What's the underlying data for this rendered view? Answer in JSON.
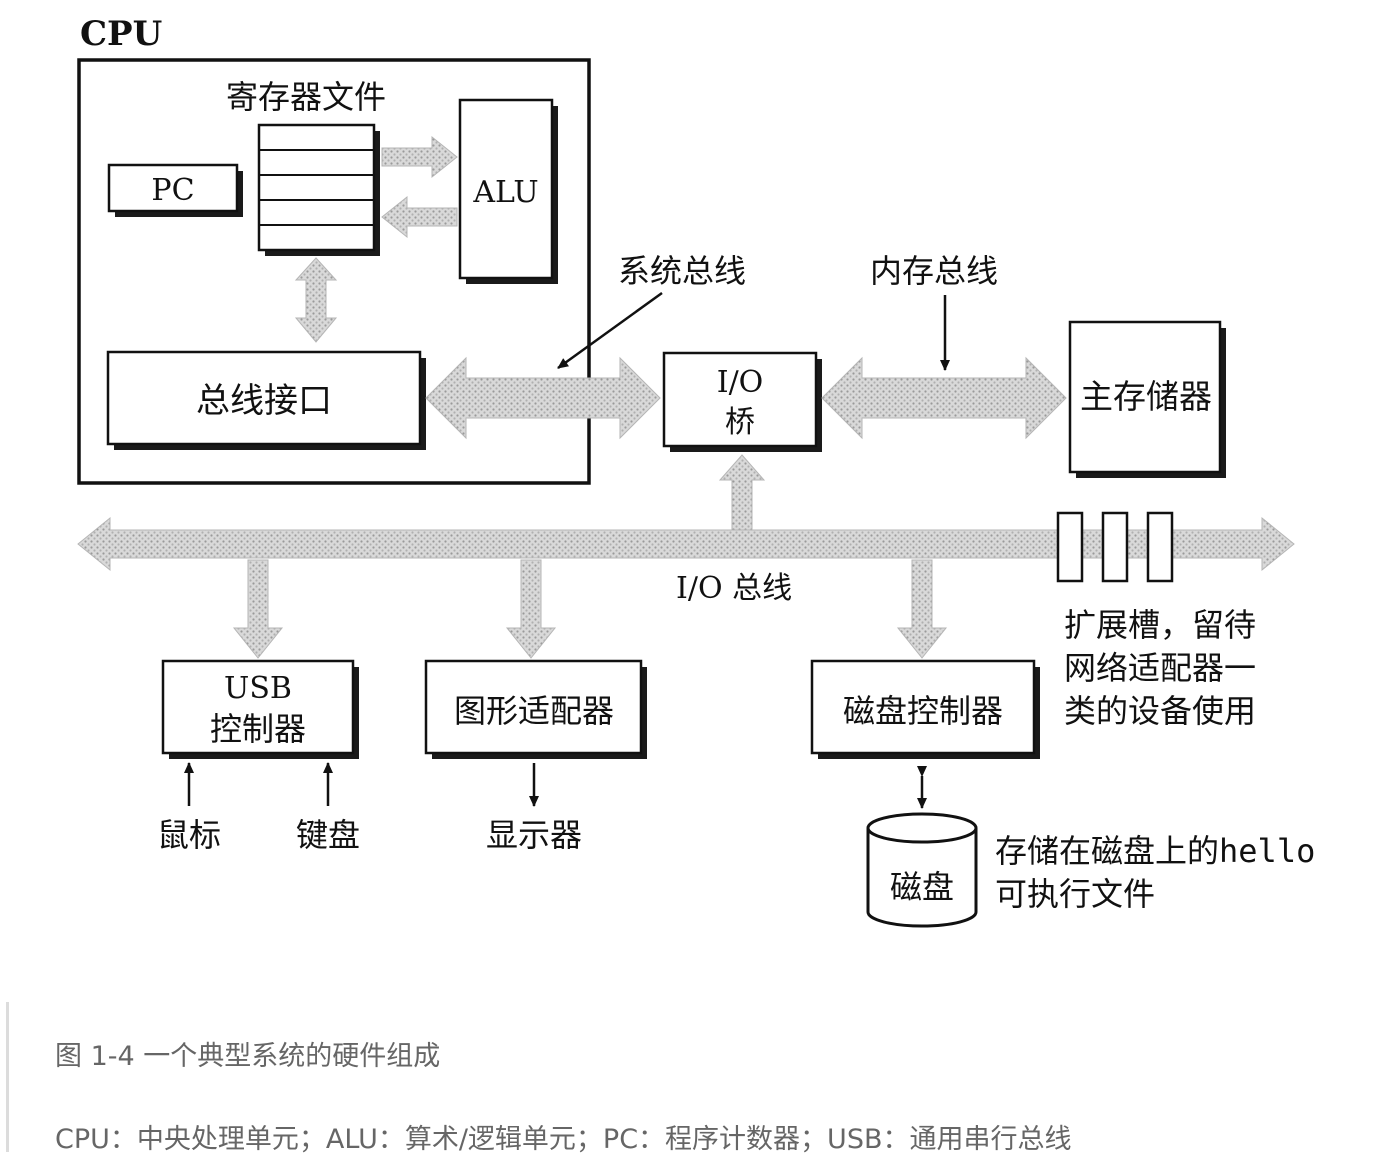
{
  "diagram": {
    "cpu_label": "CPU",
    "register_file_label": "寄存器文件",
    "pc_label": "PC",
    "alu_label": "ALU",
    "bus_interface_label": "总线接口",
    "system_bus_label": "系统总线",
    "memory_bus_label": "内存总线",
    "io_bridge_line1": "I/O",
    "io_bridge_line2": "桥",
    "main_memory_label": "主存储器",
    "io_bus_label": "I/O 总线",
    "expansion_line1": "扩展槽，留待",
    "expansion_line2": "网络适配器一",
    "expansion_line3": "类的设备使用",
    "usb_line1": "USB",
    "usb_line2": "控制器",
    "graphics_label": "图形适配器",
    "disk_controller_label": "磁盘控制器",
    "mouse_label": "鼠标",
    "keyboard_label": "键盘",
    "display_label": "显示器",
    "disk_label": "磁盘",
    "hello_line1_prefix": "存储在磁盘上的",
    "hello_line1_code": "hello",
    "hello_line2": "可执行文件"
  },
  "caption": {
    "title": "图 1-4 一个典型系统的硬件组成",
    "abbreviations": "CPU：中央处理单元；ALU：算术/逻辑单元；PC：程序计数器；USB：通用串行总线"
  }
}
